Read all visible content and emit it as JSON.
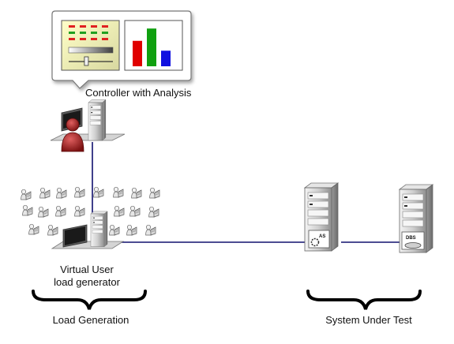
{
  "controller": {
    "label": "Controller with Analysis",
    "bar_colors": [
      "#e00000",
      "#10a010",
      "#1010e0"
    ],
    "bar_levels": [
      0.62,
      0.92,
      0.38
    ],
    "slider_level": 0.4
  },
  "load_generator": {
    "label_line1": "Virtual User",
    "label_line2": "load generator",
    "group_label": "Load Generation"
  },
  "system_under_test": {
    "group_label": "System Under Test",
    "app_server_badge": "AS",
    "db_server_badge": "DBS"
  },
  "colors": {
    "link_line": "#10106e",
    "server_body": "#b8b8b8",
    "user_red": "#b02020"
  }
}
